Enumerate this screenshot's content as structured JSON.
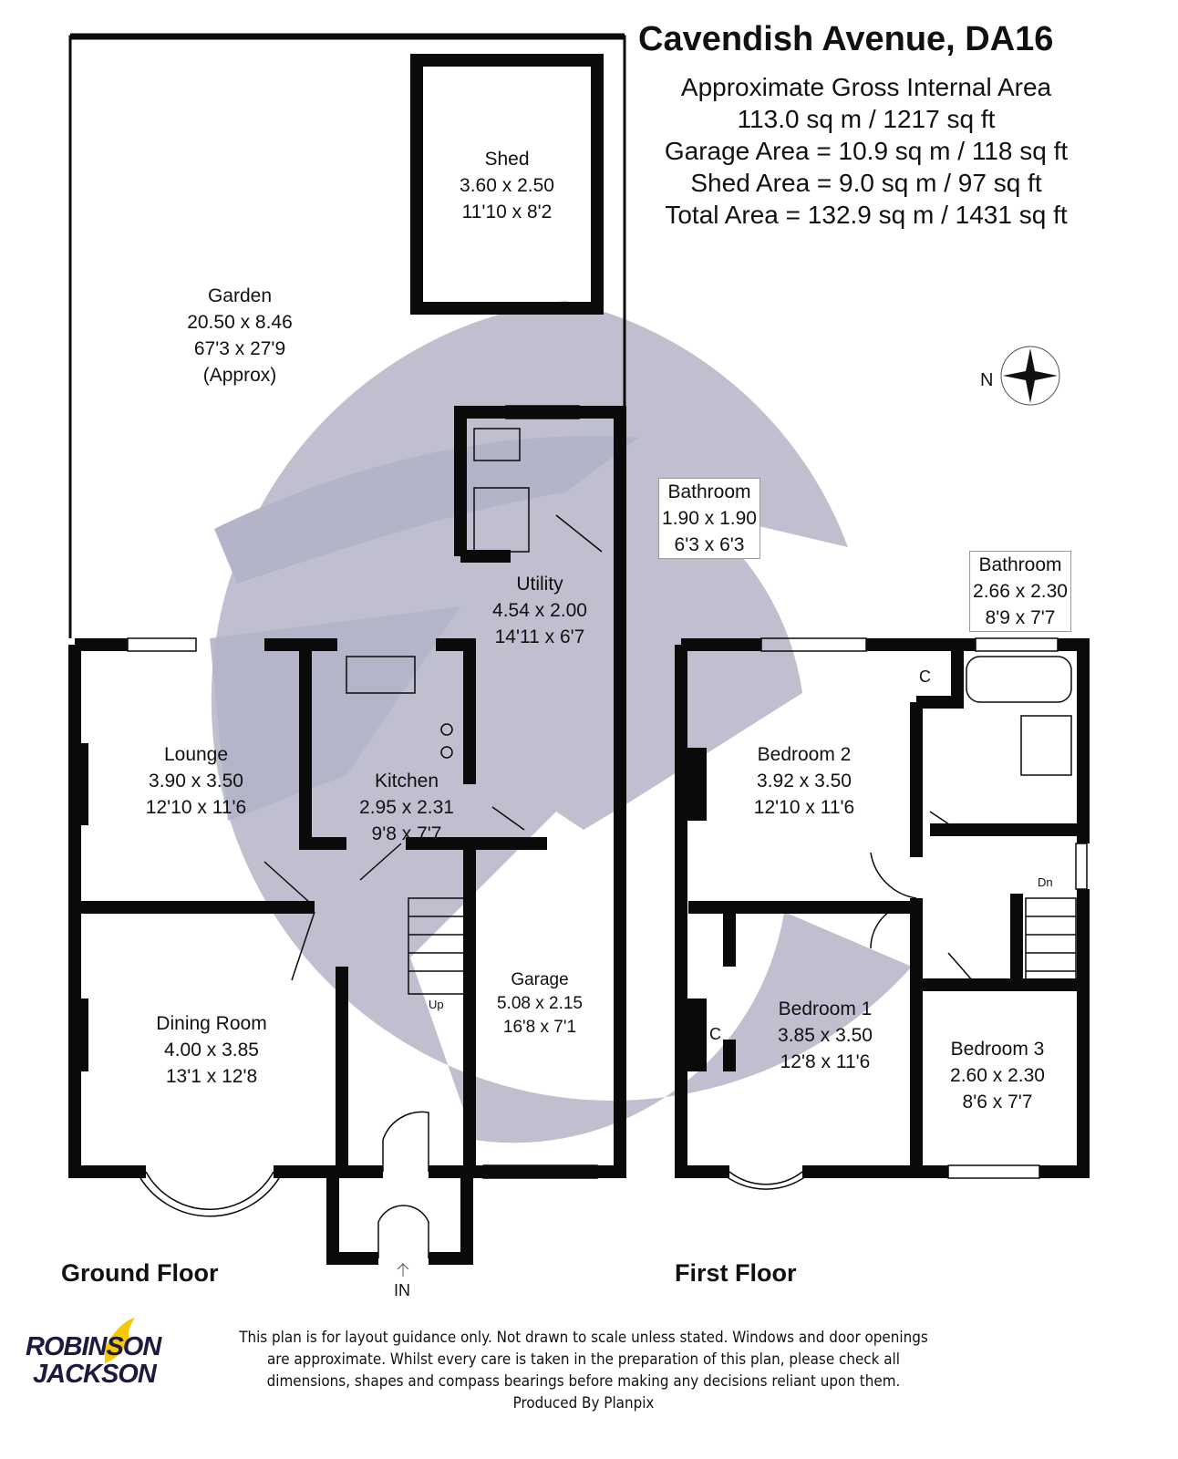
{
  "header": {
    "title": "Cavendish Avenue, DA16",
    "areas": [
      "Approximate Gross Internal Area",
      "113.0 sq m / 1217 sq ft",
      "Garage Area = 10.9 sq m / 118 sq ft",
      "Shed Area = 9.0 sq m / 97 sq ft",
      "Total Area = 132.9 sq m / 1431 sq ft"
    ]
  },
  "compass": {
    "label": "N"
  },
  "ground_floor": {
    "label": "Ground Floor",
    "entrance": "IN",
    "stairs": "Up",
    "rooms": {
      "shed": [
        "Shed",
        "3.60 x 2.50",
        "11'10 x 8'2"
      ],
      "garden": [
        "Garden",
        "20.50 x 8.46",
        "67'3 x 27'9",
        "(Approx)"
      ],
      "bathroom": [
        "Bathroom",
        "1.90 x 1.90",
        "6'3 x 6'3"
      ],
      "utility": [
        "Utility",
        "4.54 x 2.00",
        "14'11 x 6'7"
      ],
      "lounge": [
        "Lounge",
        "3.90 x 3.50",
        "12'10 x 11'6"
      ],
      "kitchen": [
        "Kitchen",
        "2.95 x 2.31",
        "9'8 x 7'7"
      ],
      "dining": [
        "Dining Room",
        "4.00 x 3.85",
        "13'1 x 12'8"
      ],
      "garage": [
        "Garage",
        "5.08 x 2.15",
        "16'8 x 7'1"
      ]
    }
  },
  "first_floor": {
    "label": "First Floor",
    "stairs": "Dn",
    "cupboard": "C",
    "rooms": {
      "bathroom": [
        "Bathroom",
        "2.66 x 2.30",
        "8'9 x 7'7"
      ],
      "bedroom2": [
        "Bedroom 2",
        "3.92 x 3.50",
        "12'10 x 11'6"
      ],
      "bedroom1": [
        "Bedroom 1",
        "3.85 x 3.50",
        "12'8 x 11'6"
      ],
      "bedroom3": [
        "Bedroom 3",
        "2.60 x 2.30",
        "8'6 x 7'7"
      ]
    }
  },
  "footer": {
    "logo": [
      "ROBINSON",
      "JACKSON"
    ],
    "disclaimer": [
      "This plan is for layout guidance only. Not drawn to scale unless stated. Windows and door openings",
      "are approximate. Whilst every care is taken in the preparation of this plan, please check all",
      "dimensions, shapes and compass bearings before making any decisions reliant upon them.",
      "Produced By Planpix"
    ]
  },
  "colors": {
    "walls": "#0a0a0a",
    "watermark": "#b4b4c8",
    "logo_text": "#1c1a3e",
    "logo_swallow": "#f5c800"
  }
}
